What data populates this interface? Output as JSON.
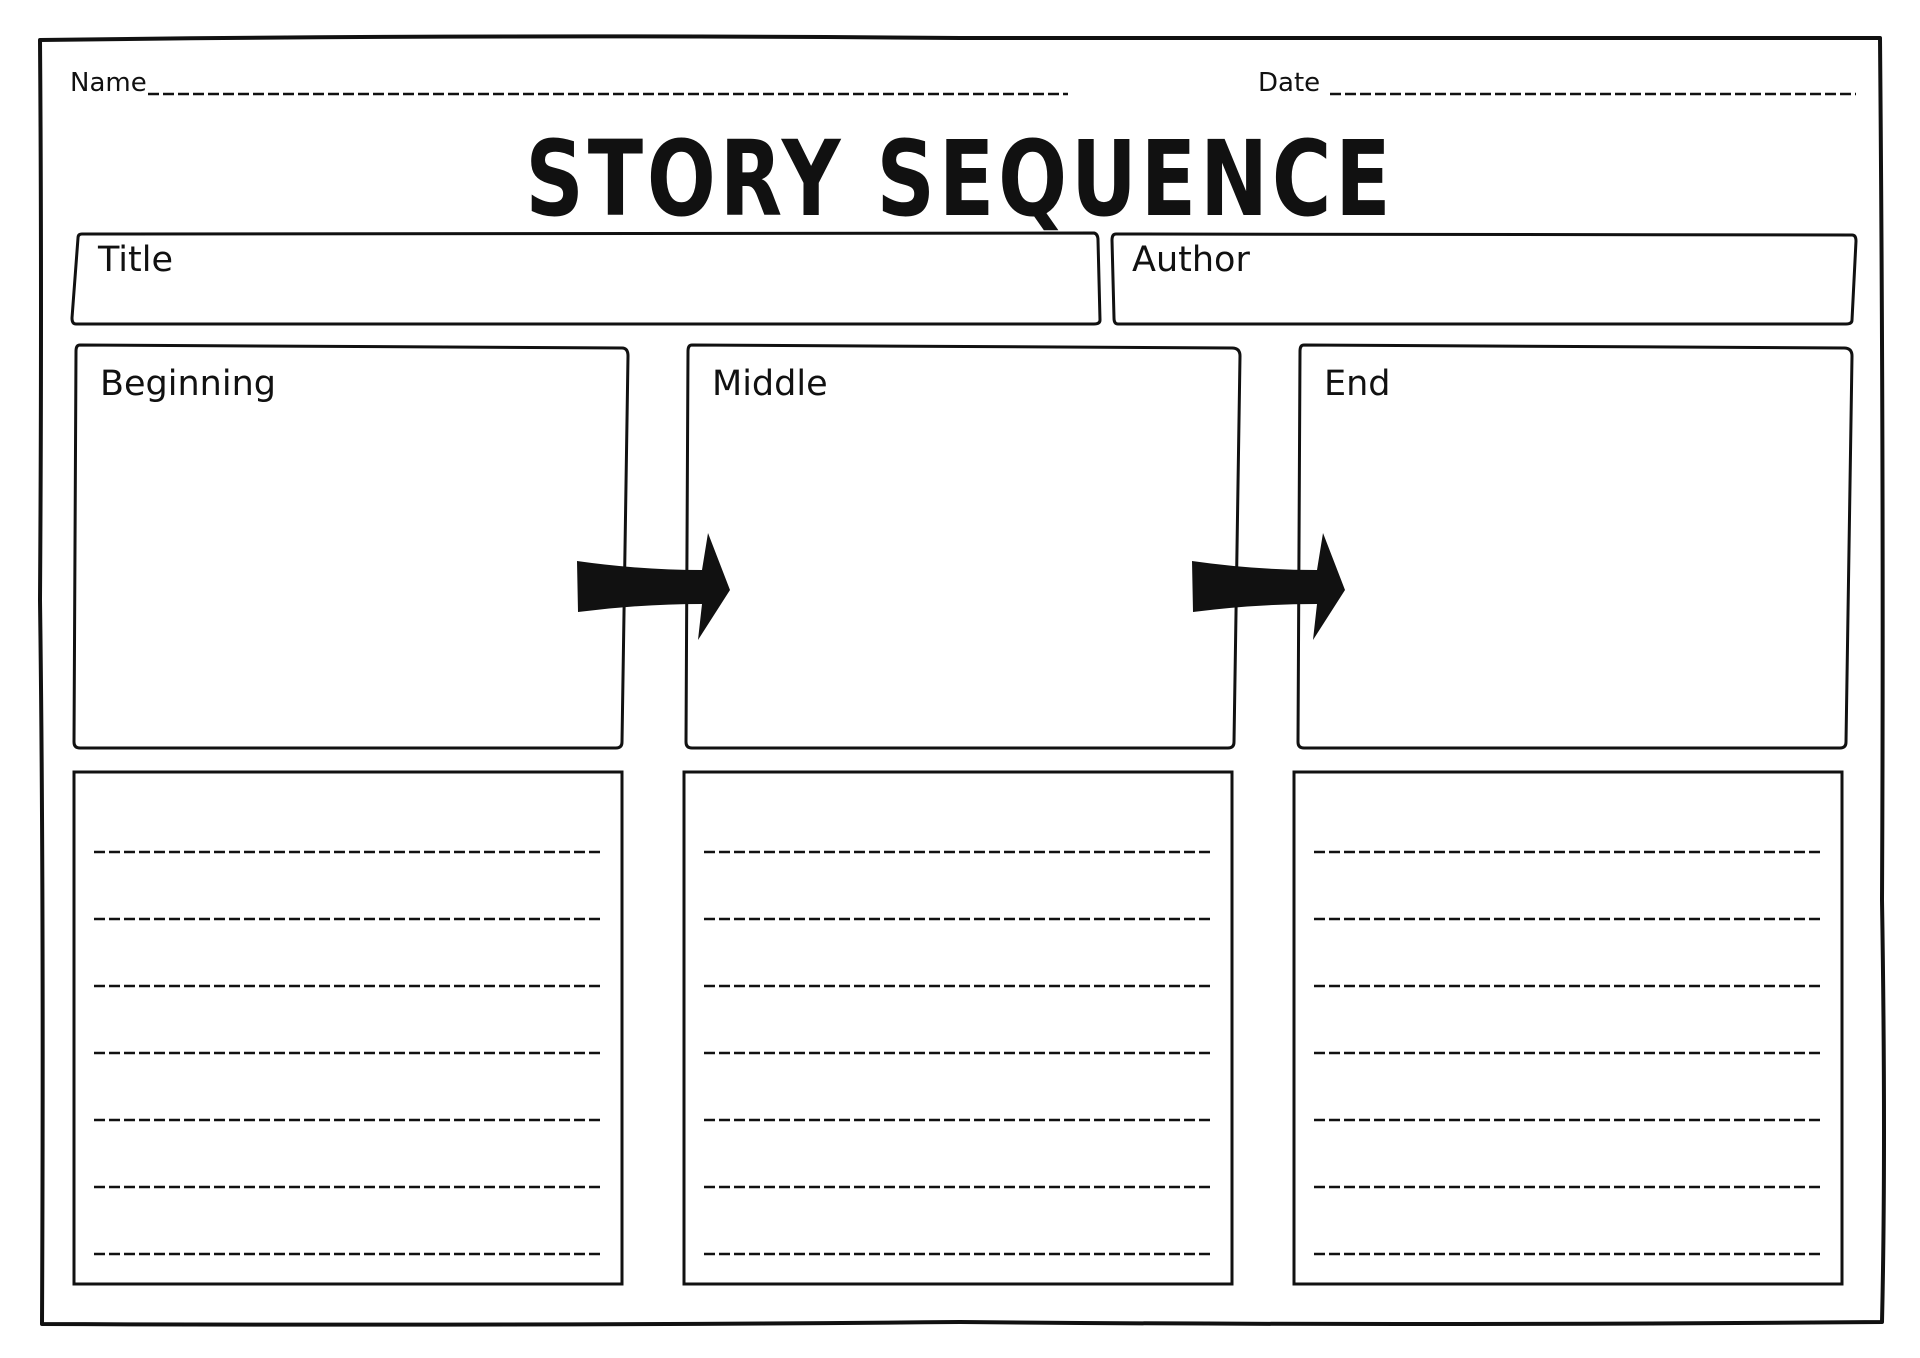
{
  "header": {
    "name_label": "Name",
    "date_label": "Date"
  },
  "worksheet": {
    "title": "STORY SEQUENCE"
  },
  "fields": {
    "title_label": "Title",
    "author_label": "Author"
  },
  "sections": [
    {
      "label": "Beginning"
    },
    {
      "label": "Middle"
    },
    {
      "label": "End"
    }
  ],
  "colors": {
    "ink": "#111111",
    "paper": "#ffffff"
  }
}
